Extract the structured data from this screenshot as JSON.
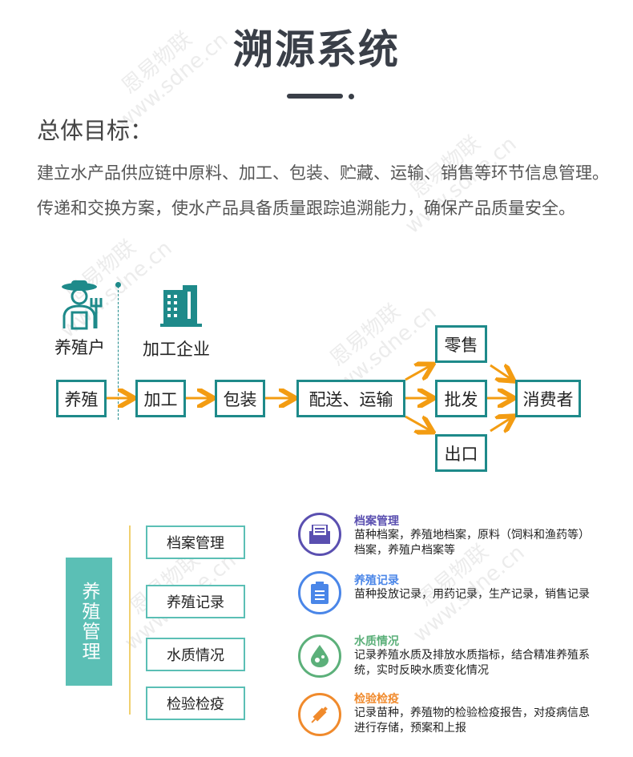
{
  "title": "溯源系统",
  "goal_heading": "总体目标：",
  "goal_text": "建立水产品供应链中原料、加工、包装、贮藏、运输、销售等环节信息管理。传递和交换方案，使水产品具备质量跟踪追溯能力，确保产品质量安全。",
  "watermark": {
    "brand": "恩易物联",
    "url": "www.sdne.cn"
  },
  "flow": {
    "actors": {
      "farmer": "养殖户",
      "processor": "加工企业"
    },
    "steps": {
      "farming": "养殖",
      "processing": "加工",
      "packaging": "包装",
      "delivery": "配送、运输",
      "retail": "零售",
      "wholesale": "批发",
      "export": "出口",
      "consumer": "消费者"
    }
  },
  "management": {
    "title": "养殖管理",
    "boxes": [
      "档案管理",
      "养殖记录",
      "水质情况",
      "检验检疫"
    ],
    "items": [
      {
        "heading": "档案管理",
        "text": "苗种档案，养殖地档案，原料（饲料和渔药等）档案，养殖户档案等",
        "color": "#5a4fb0"
      },
      {
        "heading": "养殖记录",
        "text": "苗种投放记录，用药记录，生产记录，销售记录",
        "color": "#4a86e8"
      },
      {
        "heading": "水质情况",
        "text": "记录养殖水质及排放水质指标，结合精准养殖系统，实时反映水质变化情况",
        "color": "#5cb07a"
      },
      {
        "heading": "检验检疫",
        "text": "记录苗种，养殖物的检验检疫报告，对疫病信息进行存储，预案和上报",
        "color": "#f08a2c"
      }
    ]
  },
  "colors": {
    "teal": "#1e8a8a",
    "orange": "#f39c12",
    "light_teal": "#5bbfb5"
  }
}
